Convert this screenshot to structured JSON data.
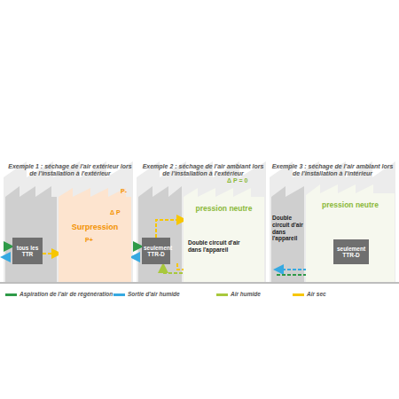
{
  "diagram": {
    "nodes": [
      {
        "text": [
          "tous les TTR"
        ]
      },
      {
        "text": [
          "Surpression"
        ]
      },
      {
        "text": [
          "seulement TTR-D"
        ]
      },
      {
        "text": [
          "pression neutre"
        ]
      },
      {
        "text": [
          "pression neutre"
        ]
      },
      {
        "text": [
          "seulement TTR-D"
        ],
        "in": 4
      }
    ],
    "edges": [
      {
        "from": 0,
        "to": 1,
        "arrow": "to"
      },
      {
        "from": 2,
        "to": 3,
        "arrow": "to"
      }
    ],
    "labels": [
      "Exemple 1 : séchage de l'air extérieur lors de l'installation à l'extérieur",
      "P-",
      "Δ P",
      "P+",
      "Exemple 2 : séchage de l'air ambiant lors de l'installation à l'extérieur",
      "Δ P = 0",
      "Double circuit d'air dans l'appareil",
      "Exemple 3 : séchage de l'air ambiant lors de l'installation à l'intérieur",
      "Double circuit d'air dans l'appareil"
    ],
    "legend": [
      {
        "text": "Aspiration de l'air de régénération",
        "color": "#2e9a48"
      },
      {
        "text": "Sortie d'air humide",
        "color": "#36a9e1"
      },
      {
        "text": "Air humide",
        "color": "#a8c83c"
      },
      {
        "text": "Air sec",
        "color": "#f7c600"
      }
    ]
  }
}
